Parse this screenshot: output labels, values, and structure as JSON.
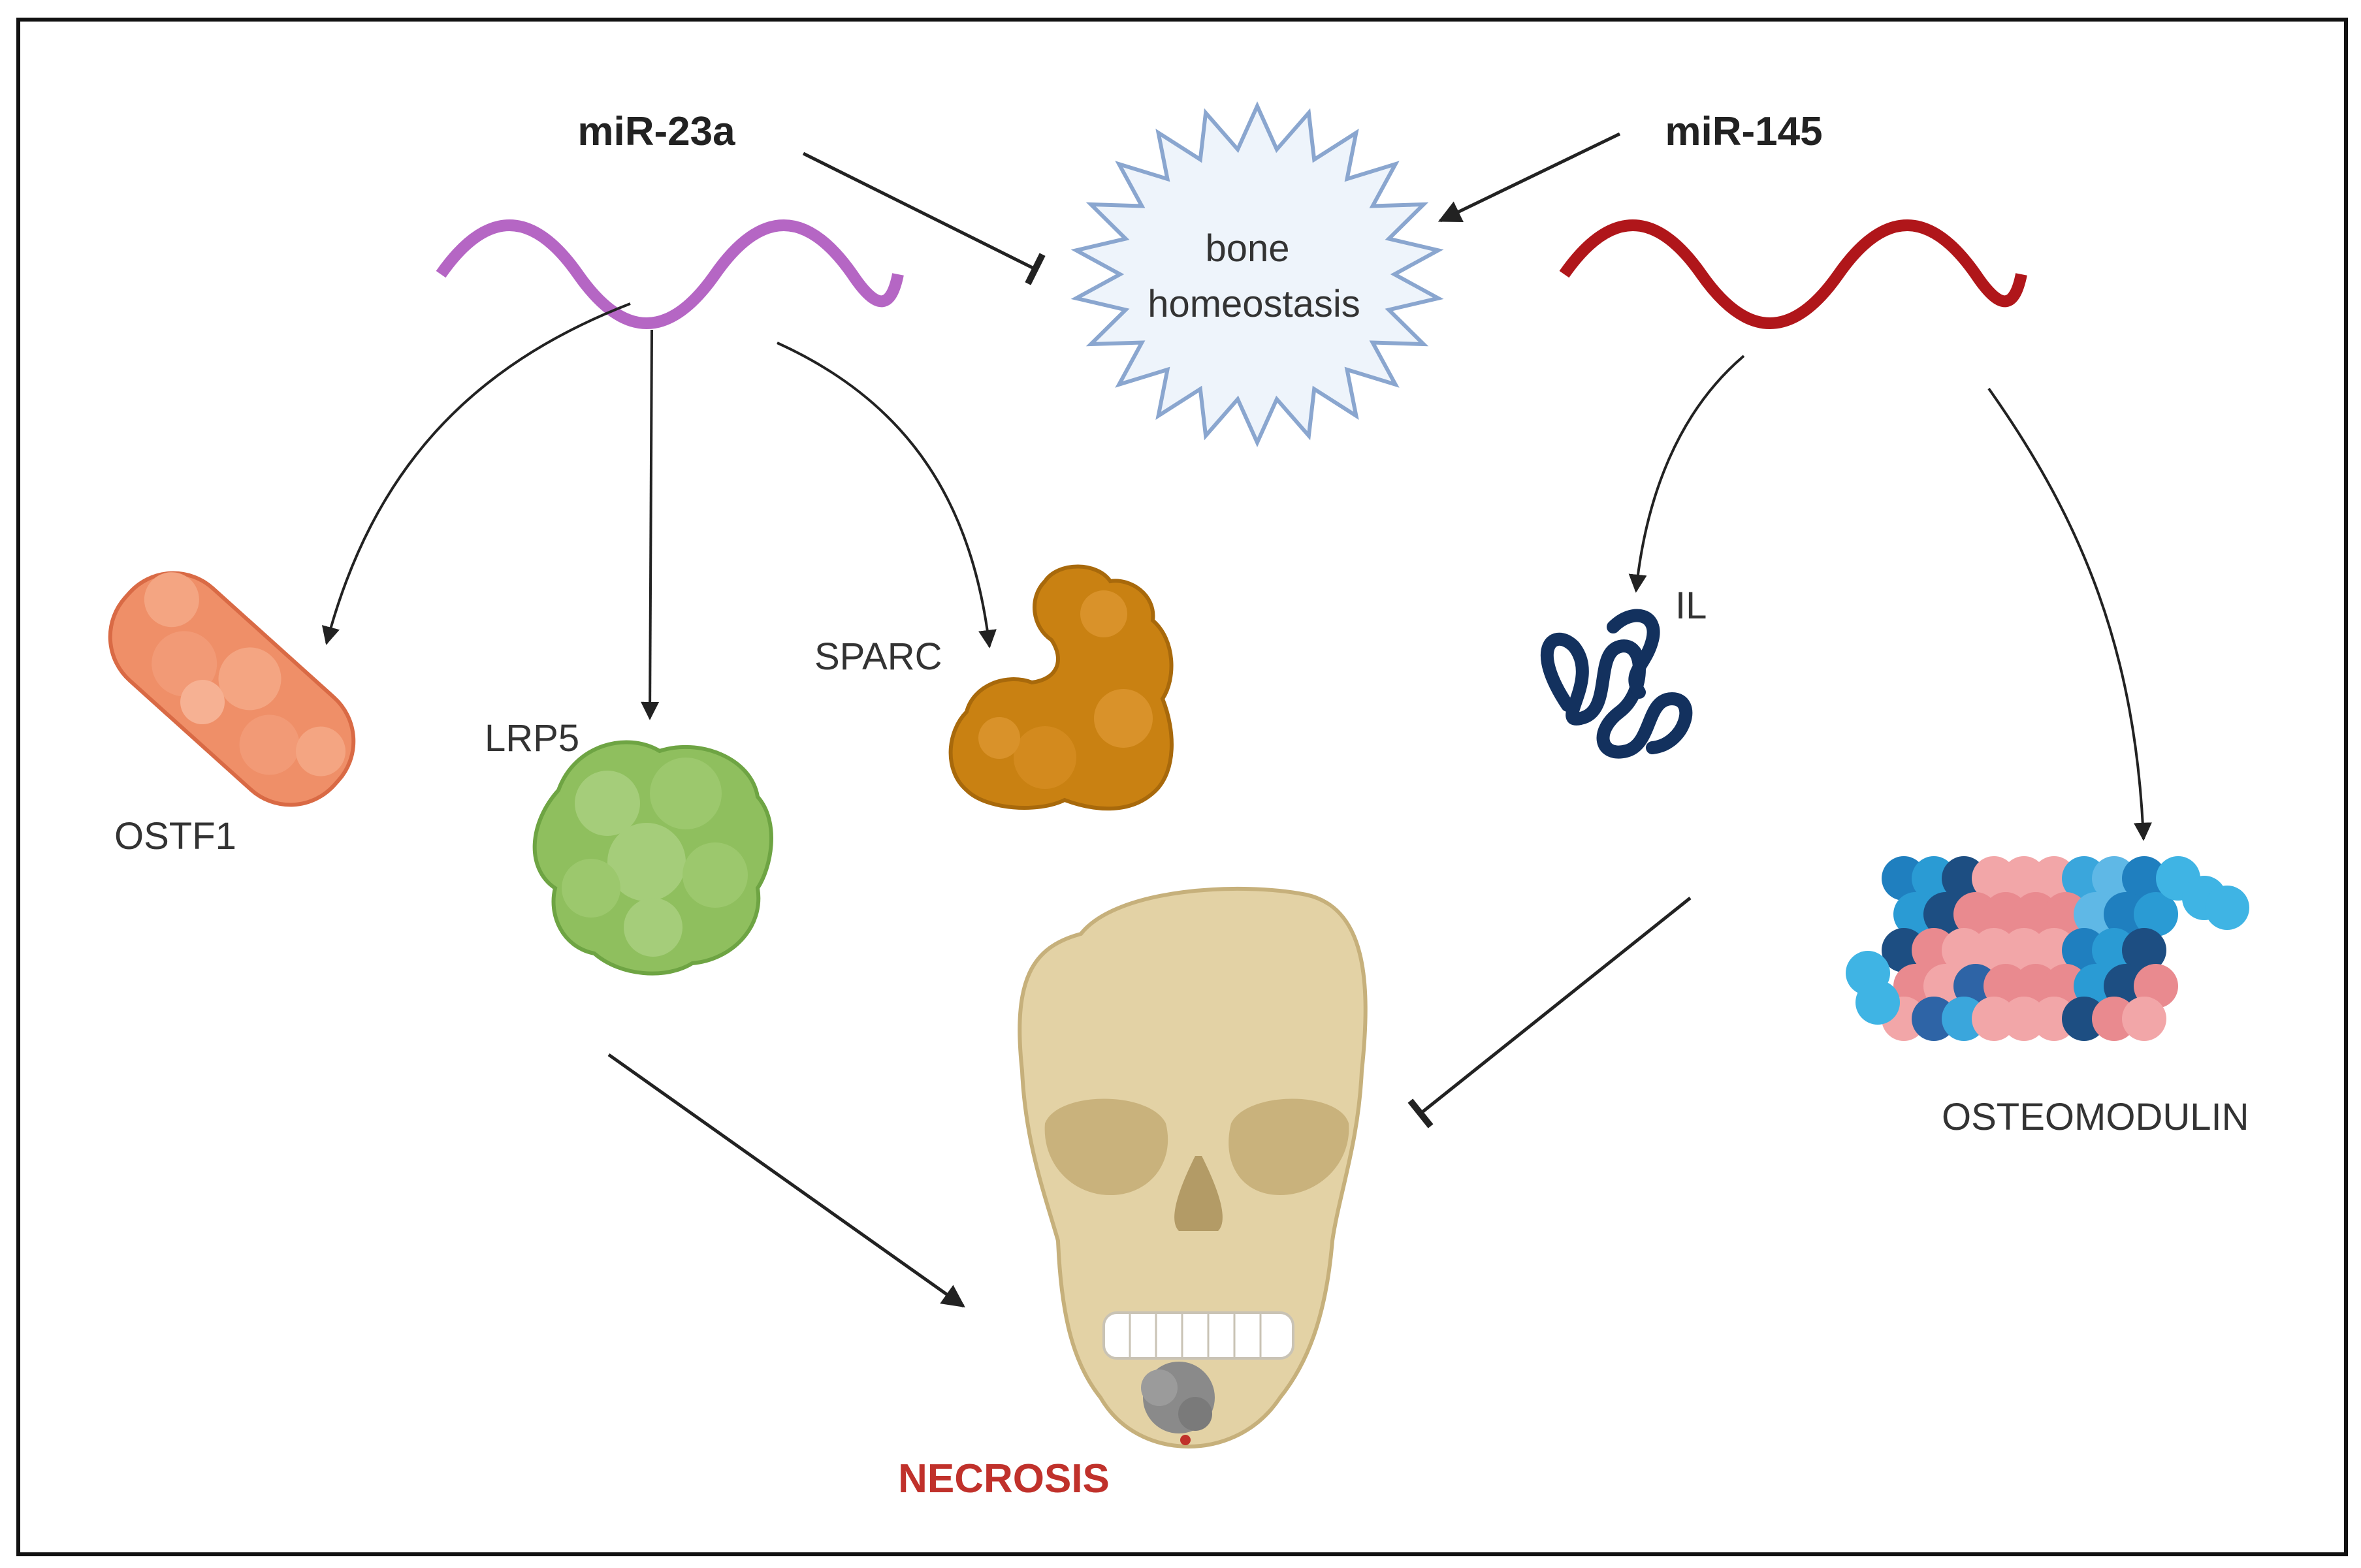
{
  "diagram": {
    "mirnas": {
      "mir23a": {
        "label": "miR-23a",
        "color": "#b566c4"
      },
      "mir145": {
        "label": "miR-145",
        "color": "#b0161a"
      }
    },
    "center": {
      "line1": "bone",
      "line2": "homeostasis"
    },
    "targets": {
      "ostf1": "OSTF1",
      "lrp5": "LRP5",
      "sparc": "SPARC",
      "il": "IL",
      "osteomodulin": "OSTEOMODULIN"
    },
    "outcome": {
      "label": "NECROSIS",
      "color": "#c0312b"
    }
  }
}
